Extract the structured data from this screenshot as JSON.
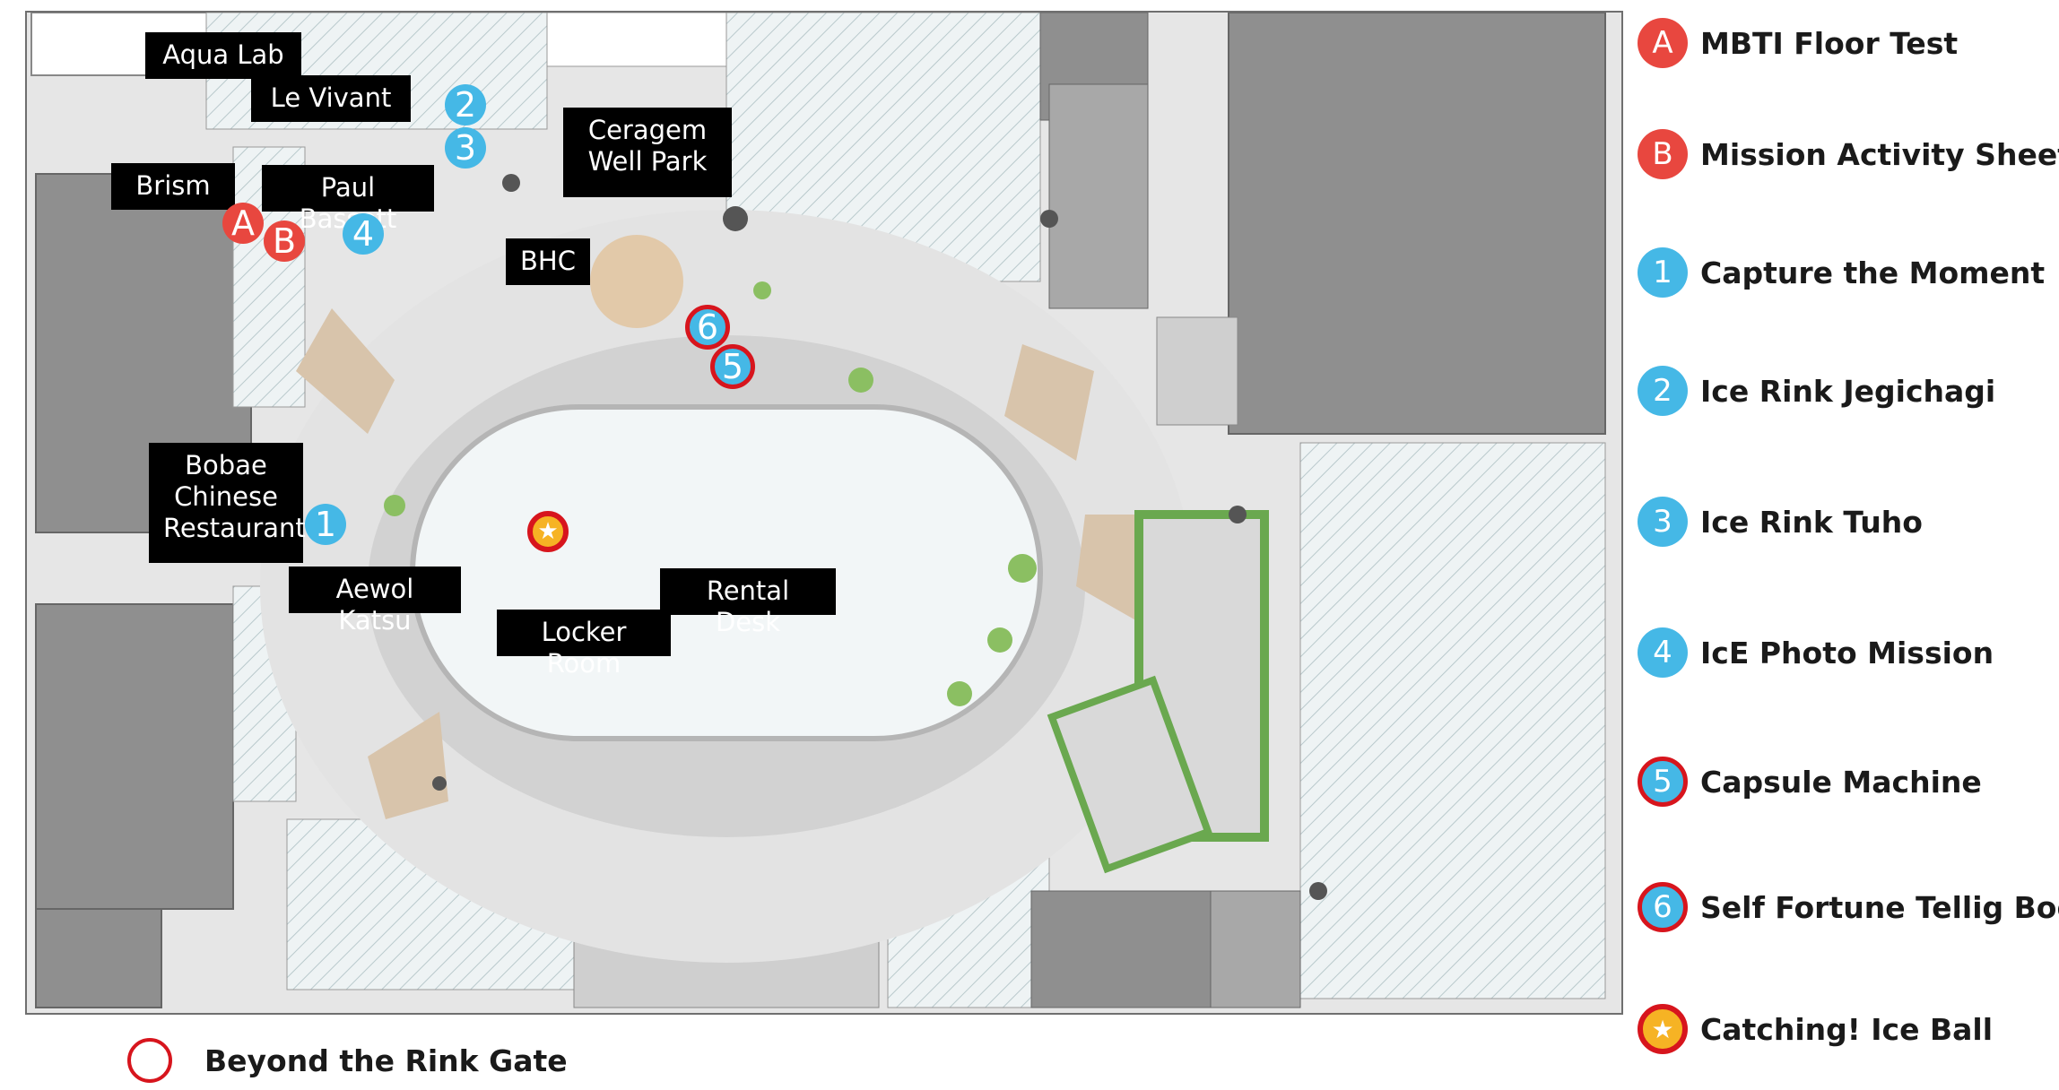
{
  "map": {
    "store_labels": {
      "aqua_lab": "Aqua Lab",
      "le_vivant": "Le Vivant",
      "ceragem": "Ceragem\nWell Park",
      "brism": "Brism",
      "paul_bassett": "Paul Bassett",
      "bhc": "BHC",
      "bobae": "Bobae\nChinese\nRestaurant",
      "aewol_katsu": "Aewol Katsu",
      "rental_desk": "Rental Desk",
      "locker_room": "Locker Room"
    },
    "markers": {
      "a": "A",
      "b": "B",
      "one": "1",
      "two": "2",
      "three": "3",
      "four": "4",
      "five": "5",
      "six": "6",
      "star": "★"
    }
  },
  "legend": [
    {
      "badge": "A",
      "style": "red",
      "label": "MBTI Floor Test"
    },
    {
      "badge": "B",
      "style": "red",
      "label": "Mission Activity Sheet"
    },
    {
      "badge": "1",
      "style": "blue",
      "label": "Capture the Moment"
    },
    {
      "badge": "2",
      "style": "blue",
      "label": "Ice Rink Jegichagi"
    },
    {
      "badge": "3",
      "style": "blue",
      "label": "Ice Rink Tuho"
    },
    {
      "badge": "4",
      "style": "blue",
      "label": "IcE Photo Mission"
    },
    {
      "badge": "5",
      "style": "blue-ring",
      "label": "Capsule Machine"
    },
    {
      "badge": "6",
      "style": "blue-ring",
      "label": "Self Fortune Tellig Booth"
    },
    {
      "badge": "★",
      "style": "star",
      "label": "Catching! Ice Ball"
    }
  ],
  "gate_key": {
    "label": "Beyond the Rink Gate"
  },
  "colors": {
    "red_marker": "#e8473f",
    "blue_marker": "#45b8e6",
    "gate_ring": "#d7151d",
    "star_fill": "#f6b324",
    "label_bg": "#000000"
  }
}
